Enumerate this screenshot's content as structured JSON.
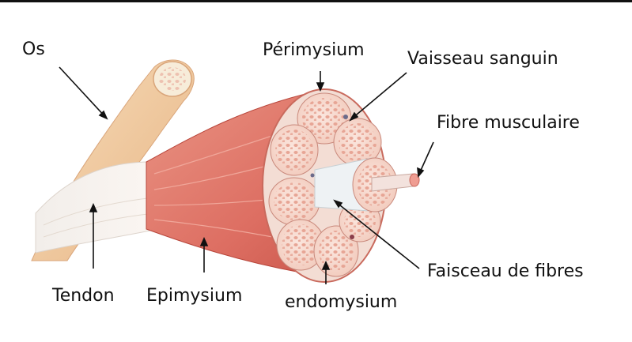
{
  "labels": {
    "os": "Os",
    "perimysium": "Périmysium",
    "vaisseau": "Vaisseau sanguin",
    "fibre": "Fibre musculaire",
    "tendon": "Tendon",
    "epimysium": "Epimysium",
    "endomysium": "endomysium",
    "faisceau": "Faisceau de fibres"
  },
  "colors": {
    "muscle": "#e07a6b",
    "muscle_dark": "#c9554a",
    "bone": "#f1c89a",
    "tendon": "#f4f1ec",
    "fascicle": "#f6d7cc",
    "leader": "#111111"
  }
}
